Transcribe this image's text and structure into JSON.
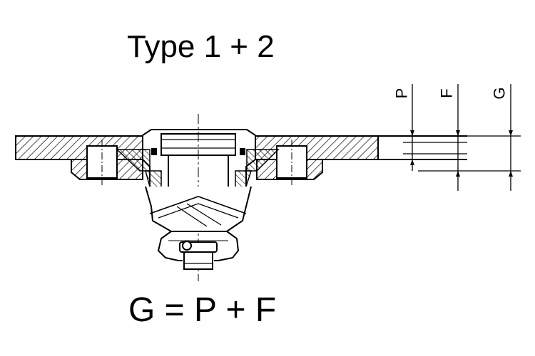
{
  "title": "Type 1 + 2",
  "formula": "G = P + F",
  "dimensions": {
    "p_label": "P",
    "f_label": "F",
    "g_label": "G"
  },
  "colors": {
    "line": "#000000",
    "background": "#ffffff"
  }
}
